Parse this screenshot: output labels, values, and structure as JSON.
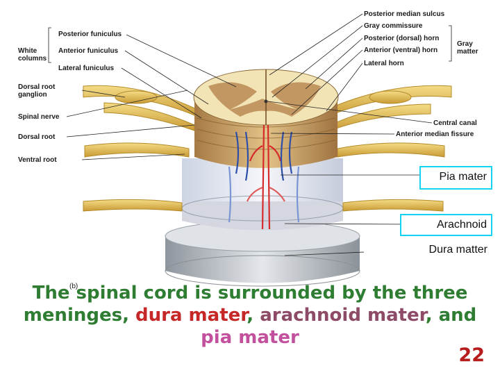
{
  "labels": {
    "white_columns": "White\ncolumns",
    "posterior_funiculus": "Posterior funiculus",
    "anterior_funiculus": "Anterior funiculus",
    "lateral_funiculus": "Lateral funiculus",
    "dorsal_root_ganglion": "Dorsal root\nganglion",
    "spinal_nerve": "Spinal nerve",
    "dorsal_root": "Dorsal root",
    "ventral_root": "Ventral root",
    "posterior_median_sulcus": "Posterior median sulcus",
    "gray_commissure": "Gray commissure",
    "posterior_horn": "Posterior (dorsal) horn",
    "anterior_horn": "Anterior (ventral) horn",
    "lateral_horn": "Lateral horn",
    "gray_matter": "Gray\nmatter",
    "central_canal": "Central canal",
    "anterior_median_fissure": "Anterior median fissure",
    "figure_letter": "(b)"
  },
  "boxes": {
    "pia_mater": "Pia mater",
    "arachnoid": "Arachnoid",
    "dura_matter": "Dura matter"
  },
  "caption": {
    "part1": "The spinal cord is surrounded by the three meninges, ",
    "dura": "dura mater",
    "sep1": ", ",
    "arachnoid": "arachnoid mater",
    "sep2": ", and",
    "pia": "pia mater"
  },
  "page_number": "22",
  "colors": {
    "caption_text": "#2e7d32",
    "dura_text": "#c62828",
    "arachnoid_text": "#8d4b67",
    "pia_text": "#c2509d",
    "nerve": "#e8c45c",
    "dura_layer": "#c9cdd3",
    "gray_matter": "#b98a54",
    "white_matter": "#f3e4b5",
    "box_border": "#12d3f0"
  }
}
